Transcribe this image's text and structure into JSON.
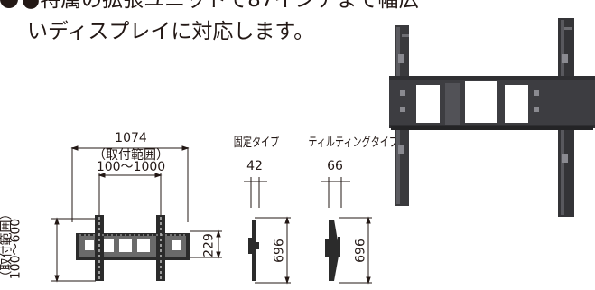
{
  "intro": {
    "line1": "●特属の拡張ユニットで87インチまで幅広",
    "line2": "いディスプレイに対応します。"
  },
  "front_view": {
    "total_width": "1074",
    "adjust_range_label": "（取付範囲）",
    "horizontal_range": "100〜1000",
    "vertical_range_label": "（取付範囲）",
    "vertical_range": "100〜600",
    "plate_height": "229"
  },
  "fixed_type": {
    "title": "固定タイプ",
    "depth": "42",
    "height": "696"
  },
  "tilting_type": {
    "title": "ティルティングタイプ",
    "depth": "66",
    "height": "696"
  },
  "colors": {
    "ink": "#231815",
    "metal_dark": "#2e2e30",
    "metal_mid": "#4a4a4e"
  },
  "icons": [
    "bullet-icon",
    "wall-mount-photo"
  ]
}
